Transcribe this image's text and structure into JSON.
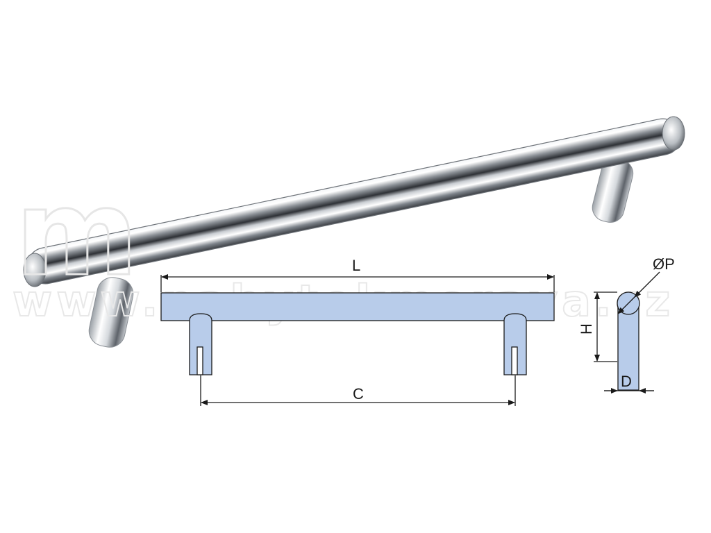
{
  "diagram": {
    "labels": {
      "length": "L",
      "center_distance": "C",
      "height": "H",
      "diameter": "ØP",
      "depth": "D"
    },
    "watermark": "www.nabytekmorava.cz",
    "colors": {
      "part_fill": "#b8ccea",
      "outline": "#1a1a1a",
      "chrome_dark": "#5a6068",
      "chrome_light": "#ffffff",
      "watermark": "#e8e8e8"
    }
  }
}
